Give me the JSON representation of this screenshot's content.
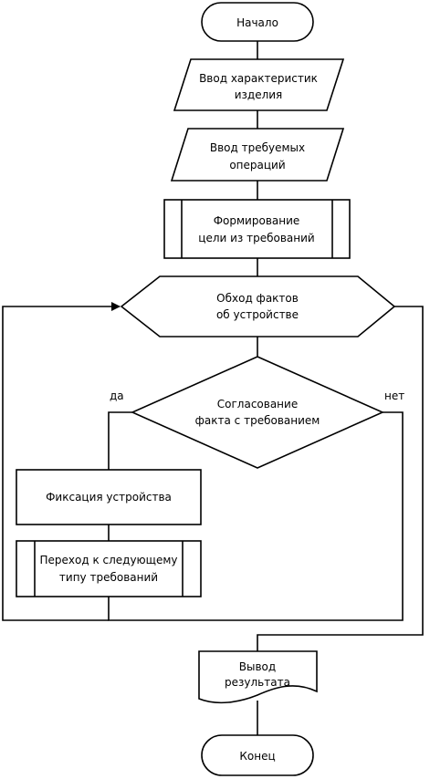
{
  "nodes": {
    "start": "Начало",
    "input_characteristics": {
      "line1": "Ввод характеристик",
      "line2": "изделия"
    },
    "input_operations": {
      "line1": "Ввод требуемых",
      "line2": "операций"
    },
    "form_goal": {
      "line1": "Формирование",
      "line2": "цели из требований"
    },
    "loop_facts": {
      "line1": "Обход фактов",
      "line2": "об устройстве"
    },
    "decision_match": {
      "line1": "Согласование",
      "line2": "факта с требованием"
    },
    "fix_device": "Фиксация устройства",
    "next_type": {
      "line1": "Переход к следующему",
      "line2": "типу требований"
    },
    "output_result": {
      "line1": "Вывод",
      "line2": "результата"
    },
    "end": "Конец"
  },
  "branch_labels": {
    "yes": "да",
    "no": "нет"
  }
}
